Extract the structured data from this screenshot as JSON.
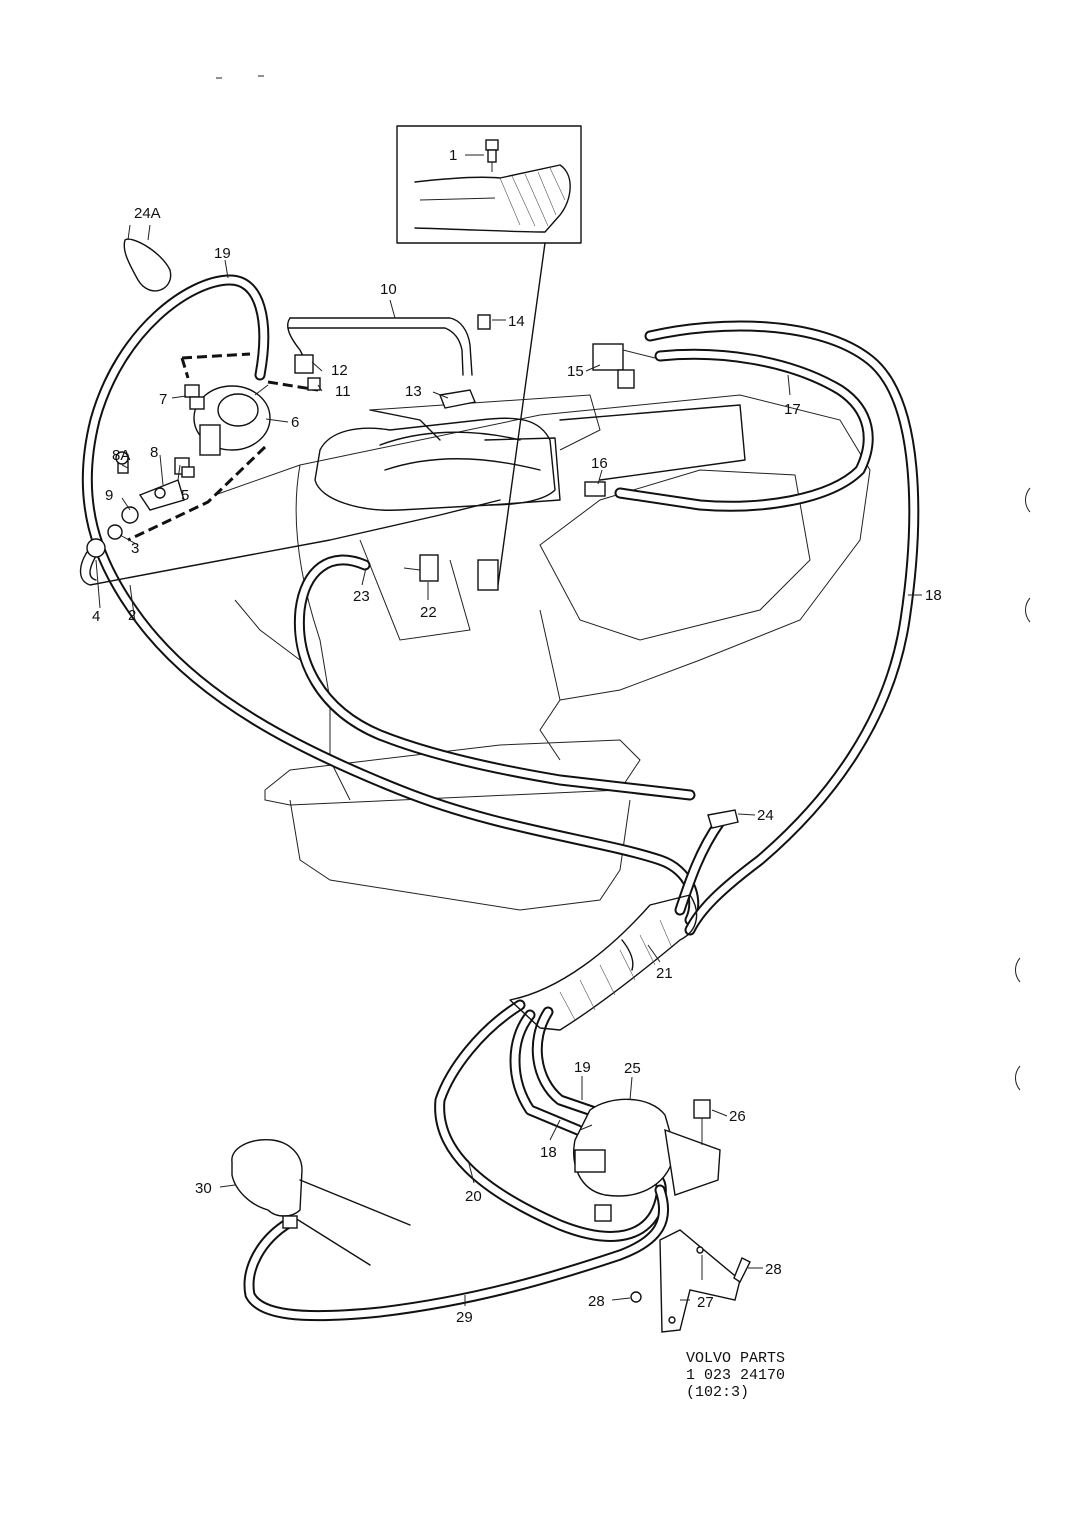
{
  "labels": {
    "l1": "1",
    "l2": "2",
    "l3": "3",
    "l4": "4",
    "l5": "5",
    "l6": "6",
    "l7": "7",
    "l8": "8",
    "l8a": "8A",
    "l9": "9",
    "l10": "10",
    "l11": "11",
    "l12": "12",
    "l13": "13",
    "l14": "14",
    "l15": "15",
    "l16": "16",
    "l17": "17",
    "l18a": "18",
    "l18b": "18",
    "l19a": "19",
    "l19b": "19",
    "l20": "20",
    "l21": "21",
    "l22": "22",
    "l23": "23",
    "l24": "24",
    "l24a": "24A",
    "l25": "25",
    "l26": "26",
    "l27": "27",
    "l28a": "28",
    "l28b": "28",
    "l29": "29",
    "l30": "30"
  },
  "footer": {
    "brand": "VOLVO PARTS",
    "code": "1 023 24170",
    "ref": "(102:3)"
  }
}
